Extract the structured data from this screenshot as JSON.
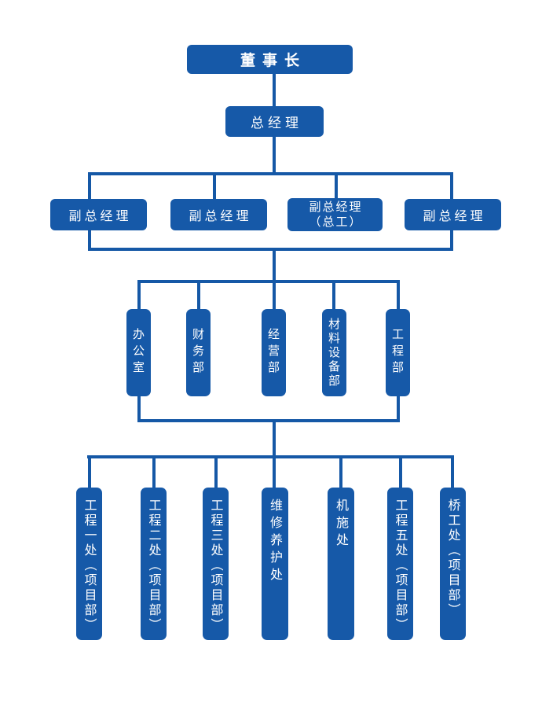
{
  "palette": {
    "node_fill": "#1659a8",
    "connector": "#1558a6",
    "node_text": "#ffffff",
    "background": "#ffffff"
  },
  "org": {
    "chairman": {
      "label": "董事长"
    },
    "general_manager": {
      "label": "总经理"
    },
    "deputies": [
      {
        "label": "副总经理"
      },
      {
        "label": "副总经理"
      },
      {
        "label": "副总经理",
        "sublabel": "（总工）"
      },
      {
        "label": "副总经理"
      }
    ],
    "departments": [
      {
        "label": "办公室"
      },
      {
        "label": "财务部"
      },
      {
        "label": "经营部"
      },
      {
        "label": "材料设备部"
      },
      {
        "label": "工程部"
      }
    ],
    "divisions": [
      {
        "label": "工程一处（项目部）"
      },
      {
        "label": "工程二处（项目部）"
      },
      {
        "label": "工程三处（项目部）"
      },
      {
        "label": "维修养护处"
      },
      {
        "label": "机施处"
      },
      {
        "label": "工程五处（项目部）"
      },
      {
        "label": "桥工处（项目部）"
      }
    ]
  }
}
